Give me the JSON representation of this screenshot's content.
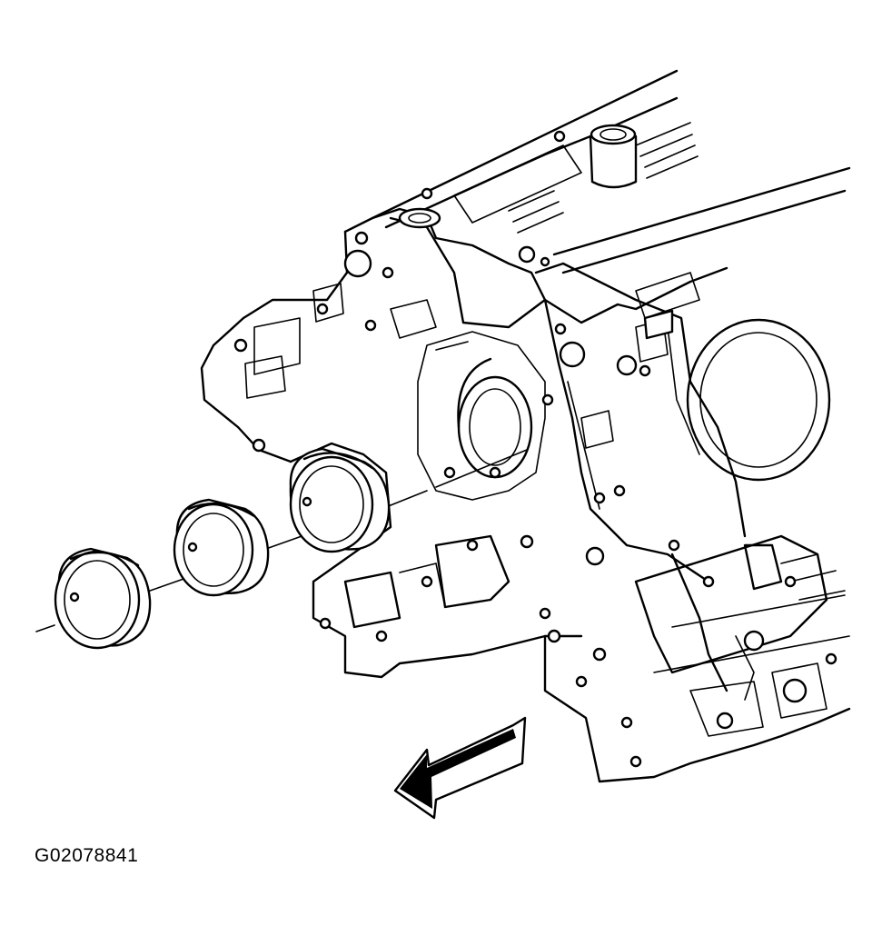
{
  "figure": {
    "id_label": "G02078841",
    "parts": [
      "engine-block",
      "camshaft-bearing-front",
      "camshaft-bearing-middle",
      "camshaft-bearing-rear",
      "direction-arrow"
    ]
  }
}
